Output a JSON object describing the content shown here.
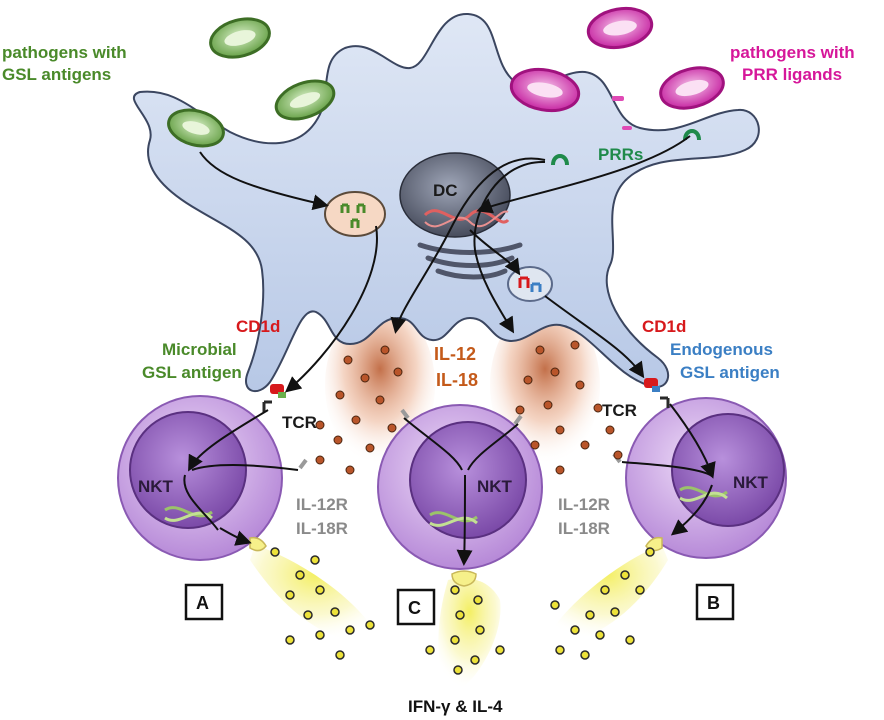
{
  "labels": {
    "pathogens_gsl": [
      "pathogens with",
      "GSL antigens"
    ],
    "pathogens_prr": [
      "pathogens with",
      "PRR ligands"
    ],
    "dc": "DC",
    "prrs": "PRRs",
    "cd1d_left": "CD1d",
    "cd1d_right": "CD1d",
    "microbial_gsl": [
      "Microbial",
      "GSL antigen"
    ],
    "endogenous_gsl": [
      "Endogenous",
      "GSL antigen"
    ],
    "il12_il18": [
      "IL-12",
      "IL-18"
    ],
    "tcr_left": "TCR",
    "tcr_right": "TCR",
    "nkt": "NKT",
    "il12r_il18r_left": [
      "IL-12R",
      "IL-18R"
    ],
    "il12r_il18r_right": [
      "IL-12R",
      "IL-18R"
    ],
    "box_a": "A",
    "box_b": "B",
    "box_c": "C",
    "ifn_il4": "IFN-γ & IL-4"
  },
  "colors": {
    "green_text": "#4a8a2a",
    "magenta_text": "#d6179a",
    "red_text": "#d7191c",
    "blue_text": "#3b7fc4",
    "orange_text": "#c45a1a",
    "gray_text": "#8a8a8a",
    "dark_text": "#1a1a1a",
    "dc_body": "#c5d3ea",
    "nkt_outer": "#caa0e6",
    "nkt_inner": "#9c6cc8"
  }
}
